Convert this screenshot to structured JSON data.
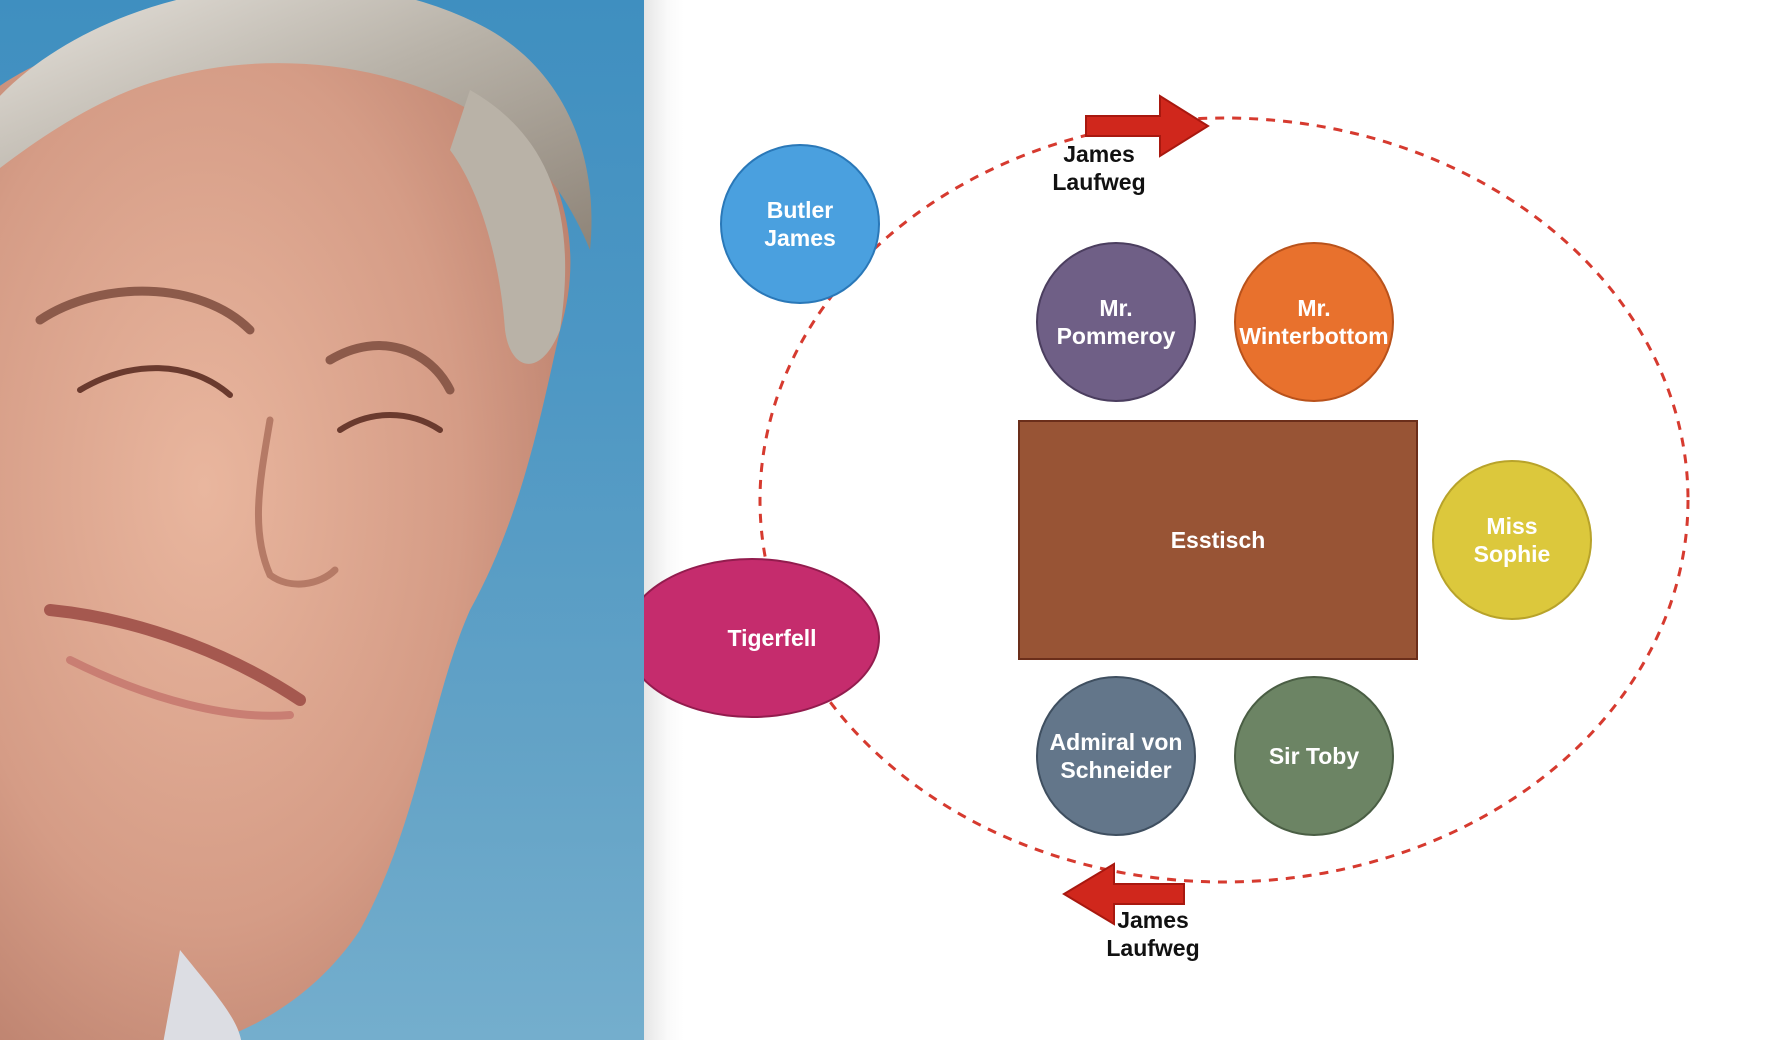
{
  "photo": {
    "description_icon": "person-photo"
  },
  "diagram": {
    "colors": {
      "path": "#d63a2f",
      "arrow": "#d0271c"
    },
    "table": {
      "label": "Esstisch",
      "color": "#985435",
      "border": "#6b2e1a"
    },
    "guests": [
      {
        "id": "butler-james",
        "label": "Butler\nJames",
        "color": "#4aa0df",
        "border": "#2a78b8"
      },
      {
        "id": "mr-pommeroy",
        "label": "Mr.\nPommeroy",
        "color": "#6f5f86",
        "border": "#4b3e5f"
      },
      {
        "id": "mr-winterbottom",
        "label": "Mr.\nWinterbottom",
        "color": "#e8712d",
        "border": "#b9521b"
      },
      {
        "id": "miss-sophie",
        "label": "Miss\nSophie",
        "color": "#dcc83c",
        "border": "#b8a32a"
      },
      {
        "id": "admiral-von-schneider",
        "label": "Admiral von\nSchneider",
        "color": "#63768a",
        "border": "#3f4f60"
      },
      {
        "id": "sir-toby",
        "label": "Sir Toby",
        "color": "#6c8464",
        "border": "#4a5e44"
      },
      {
        "id": "tigerfell",
        "label": "Tigerfell",
        "color": "#c52c6d",
        "border": "#931c4e"
      }
    ],
    "path_labels": {
      "top": "James\nLaufweg",
      "bottom": "James\nLaufweg"
    }
  }
}
